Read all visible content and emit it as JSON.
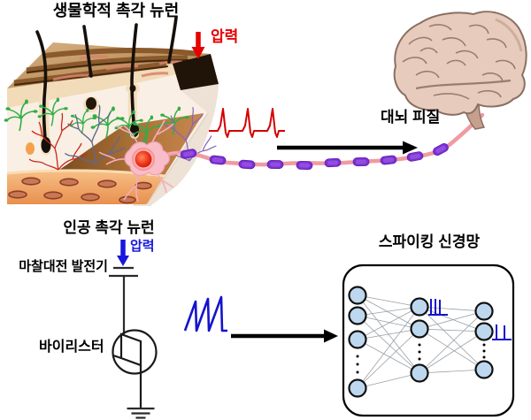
{
  "biological": {
    "title": "생물학적 촉각 뉴런",
    "pressure_label": "압력",
    "cortex_label": "대뇌 피질"
  },
  "artificial": {
    "title": "인공 촉각 뉴런",
    "pressure_label": "압력",
    "generator_label": "마찰대전 발전기",
    "biristor_label": "바이리스터"
  },
  "snn": {
    "title": "스파이킹 신경망",
    "visible_nodes_per_layer": [
      4,
      3,
      3
    ]
  },
  "figures": {
    "skin": "skin-cross-section-3d",
    "brain": "brain-side-view",
    "bio_signal": "action-potential-spike-train",
    "artificial_signal": "sawtooth-spike-train",
    "circuit_parts": [
      "capacitor-electrodes",
      "biristor-symbol",
      "ground-symbol"
    ],
    "network": "three-layer-spiking-neural-network"
  },
  "colors": {
    "pressure_red": "#e60000",
    "pressure_blue": "#1717dd",
    "spike_red": "#d40000",
    "signal_blue": "#1414cc",
    "myelin_purple": "#7b2fd6",
    "axon_pink": "#f09aa2",
    "neuron_soma_pink": "#f9bdc9",
    "nucleus_red": "#e01800",
    "node_fill_blue": "#bdd7ee",
    "nerve_green": "#2faf45",
    "dendrite_red": "#c8281a",
    "dendrite_slate": "#5e6a8a",
    "dendrite_purple": "#8a63b8",
    "skin_top_tan": "#c89a62",
    "dermis_brown": "#9c5f28",
    "subcutis_orange": "#f0a560",
    "brain_fill": "#e7cbbd"
  }
}
